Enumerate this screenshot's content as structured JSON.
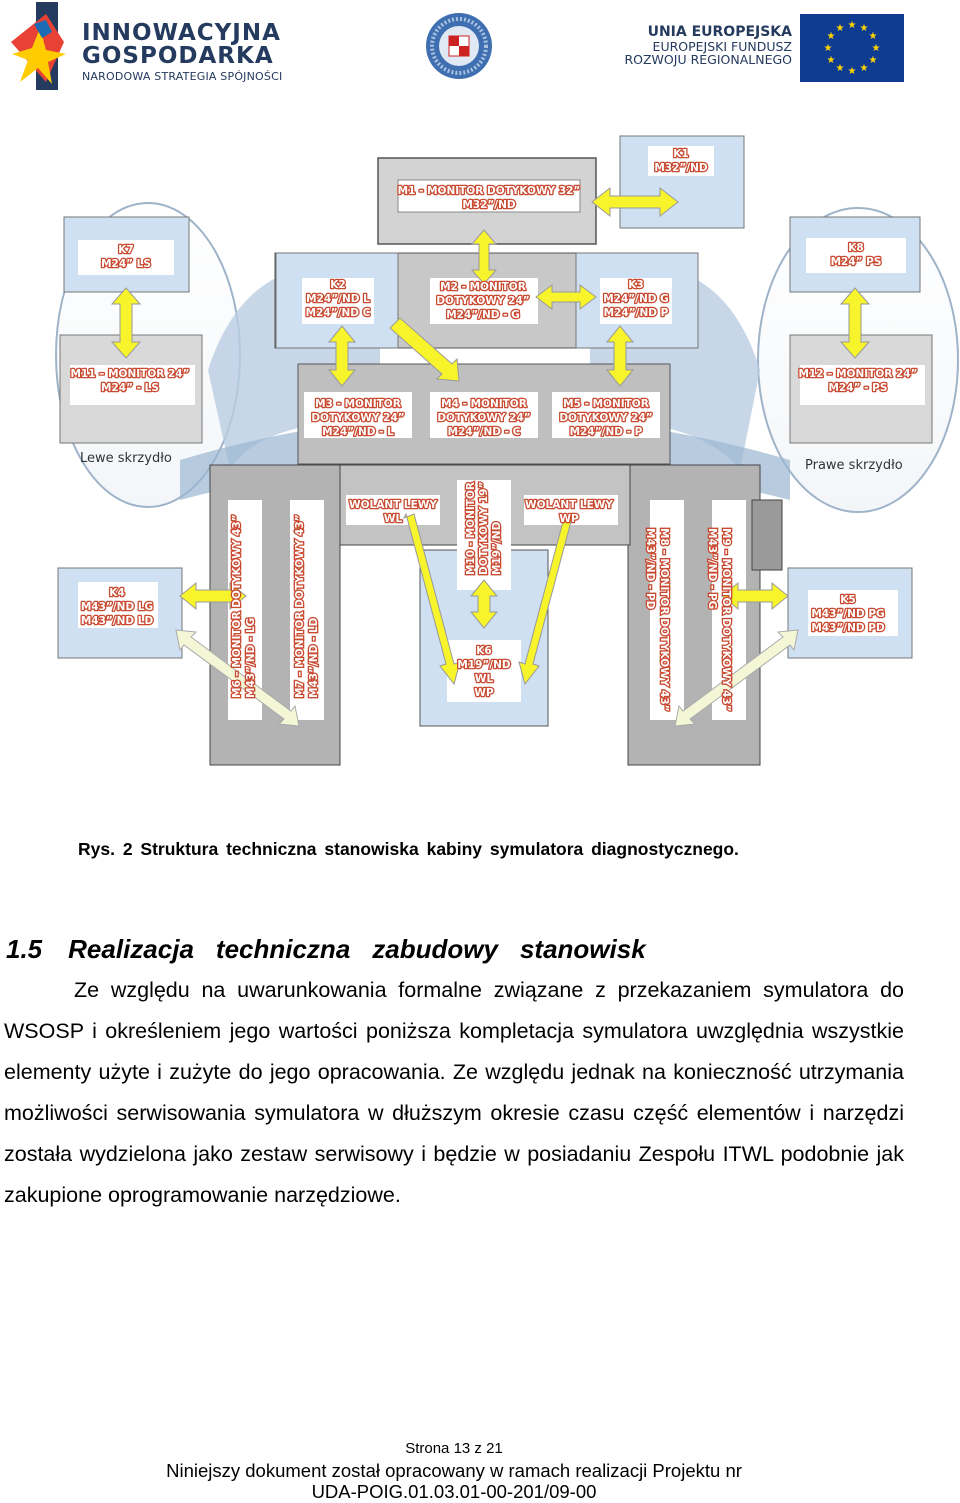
{
  "header": {
    "logo_left": {
      "line1": "INNOWACYJNA",
      "line2": "GOSPODARKA",
      "line3": "NARODOWA STRATEGIA SPÓJNOŚCI"
    },
    "logo_center": {
      "name": "seal-icon"
    },
    "logo_right": {
      "line1": "UNIA EUROPEJSKA",
      "line2": "EUROPEJSKI FUNDUSZ",
      "line3": "ROZWOJU REGIONALNEGO"
    },
    "colors": {
      "navy": "#243a5e",
      "eu_blue": "#0f3b93",
      "eu_gold": "#ffd400"
    }
  },
  "figure": {
    "colors": {
      "box": "#cfe0f3",
      "arrow": "#f7f42b",
      "label_stroke": "#c84a30",
      "ellipse": "#9fb3c9"
    },
    "left_wing": "Lewe skrzydło",
    "right_wing": "Prawe skrzydło",
    "boxes": {
      "k7": [
        "K7",
        "M24” LS"
      ],
      "k8": [
        "K8",
        "M24” PS"
      ],
      "k1": [
        "K1",
        "M32”/ND"
      ],
      "m1": [
        "M1 - MONITOR DOTYKOWY 32”",
        "M32”/ND"
      ],
      "k2": [
        "K2",
        "M24”/ND L",
        "M24”/ND C"
      ],
      "m2": [
        "M2 - MONITOR",
        "DOTYKOWY 24”",
        "M24”/ND - G"
      ],
      "k3": [
        "K3",
        "M24”/ND G",
        "M24”/ND P"
      ],
      "m11": [
        "M11 – MONITOR 24”",
        "M24” - LS"
      ],
      "m12": [
        "M12 – MONITOR 24”",
        "M24” - PS"
      ],
      "m3": [
        "M3 - MONITOR",
        "DOTYKOWY 24”",
        "M24”/ND - L"
      ],
      "m4": [
        "M4 - MONITOR",
        "DOTYKOWY 24”",
        "M24”/ND - C"
      ],
      "m5": [
        "M5 - MONITOR",
        "DOTYKOWY 24”",
        "M24”/ND - P"
      ],
      "wl": [
        "WOLANT LEWY",
        "WL"
      ],
      "wp": [
        "WOLANT LEWY",
        "WP"
      ],
      "m10": [
        "M10 - MONITOR",
        "DOTYKOWY 19”",
        "M19”/ND"
      ],
      "k4": [
        "K4",
        "M43”/ND LG",
        "M43”/ND LD"
      ],
      "k5": [
        "K5",
        "M43”/ND PG",
        "M43”/ND PD"
      ],
      "k6": [
        "K6",
        "M19”/ND",
        "WL",
        "WP"
      ],
      "m6": [
        "M6 – MONITOR DOTYKOWY 43”",
        "M43”/ND - LG"
      ],
      "m7": [
        "M7 – MONITOR DOTYKOWY 43”",
        "M43”/ND - LD"
      ],
      "m8": [
        "M8 – MONITOR DOTYKOWY 43”",
        "M43”/ND - PD"
      ],
      "m9": [
        "M9 – MONITOR DOTYKOWY 43”",
        "M43”/ND - PG"
      ]
    }
  },
  "caption": "Rys.  2 Struktura  techniczna stanowiska  kabiny  symulatora  diagnostycznego.",
  "section": {
    "number": "1.5",
    "w1": "Realizacja",
    "w2": "techniczna",
    "w3": "zabudowy",
    "w4": "stanowisk"
  },
  "paragraph": "Ze względu na uwarunkowania formalne związane z przekazaniem symulatora do WSOSP i określeniem jego wartości poniższa kompletacja symulatora uwzględnia wszystkie elementy użyte i zużyte do jego opracowania. Ze względu jednak na konieczność utrzymania możliwości serwisowania symulatora w dłuższym okresie czasu część elementów i narzędzi została wydzielona jako zestaw serwisowy i będzie w posiadaniu Zespołu ITWL podobnie jak zakupione oprogramowanie narzędziowe.",
  "footer": {
    "page": "Strona 13 z 21",
    "line1": "Niniejszy dokument został opracowany w ramach realizacji Projektu nr",
    "line2": "UDA-POIG.01.03.01-00-201/09-00"
  }
}
